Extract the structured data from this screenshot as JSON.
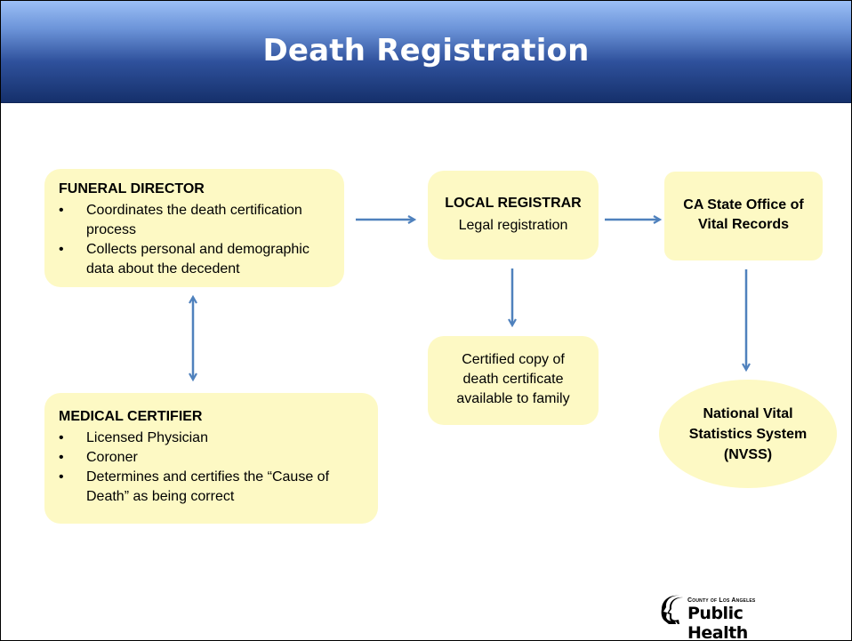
{
  "header": {
    "title": "Death Registration"
  },
  "funeral_director": {
    "title": "FUNERAL DIRECTOR",
    "bullets": [
      "Coordinates the death certification process",
      "Collects personal and demographic data about the decedent"
    ]
  },
  "medical_certifier": {
    "title": "MEDICAL CERTIFIER",
    "bullets": [
      "Licensed Physician",
      "Coroner",
      "Determines and certifies the “Cause of Death” as being correct"
    ]
  },
  "local_registrar": {
    "title": "LOCAL REGISTRAR",
    "subtitle": "Legal registration"
  },
  "certified_copy": {
    "text": "Certified copy of death certificate available to family"
  },
  "state_office": {
    "title": "CA State Office of Vital Records"
  },
  "nvss": {
    "title": "National Vital Statistics System (NVSS)"
  },
  "logo": {
    "small": "County of Los Angeles",
    "big": "Public Health"
  },
  "colors": {
    "box_fill": "#fdf9c4",
    "arrow": "#4f81bd",
    "header_dark": "#15306b",
    "header_light": "#9bbff6"
  }
}
